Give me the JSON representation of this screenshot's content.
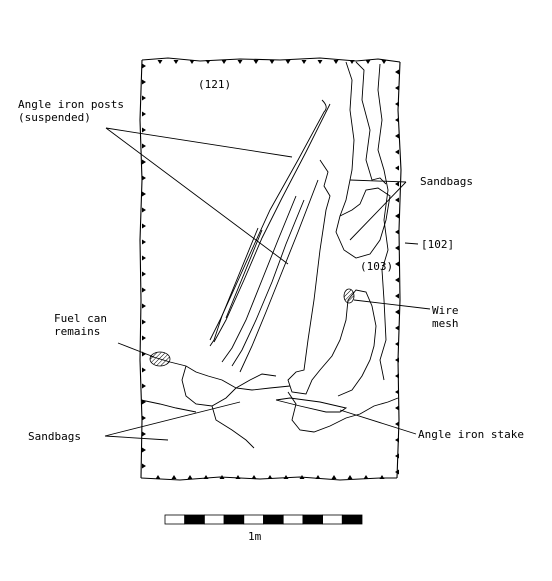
{
  "labels": {
    "context_121": "(121)",
    "angle_posts_1": "Angle iron posts",
    "angle_posts_2": "(suspended)",
    "sandbags_right": "Sandbags",
    "context_102": "[102]",
    "context_103": "(103)",
    "wire_1": "Wire",
    "wire_2": "mesh",
    "fuel_1": "Fuel can",
    "fuel_2": "remains",
    "sandbags_left": "Sandbags",
    "angle_stake": "Angle iron stake"
  },
  "scale_bar": {
    "label": "1m",
    "segments": 10
  }
}
